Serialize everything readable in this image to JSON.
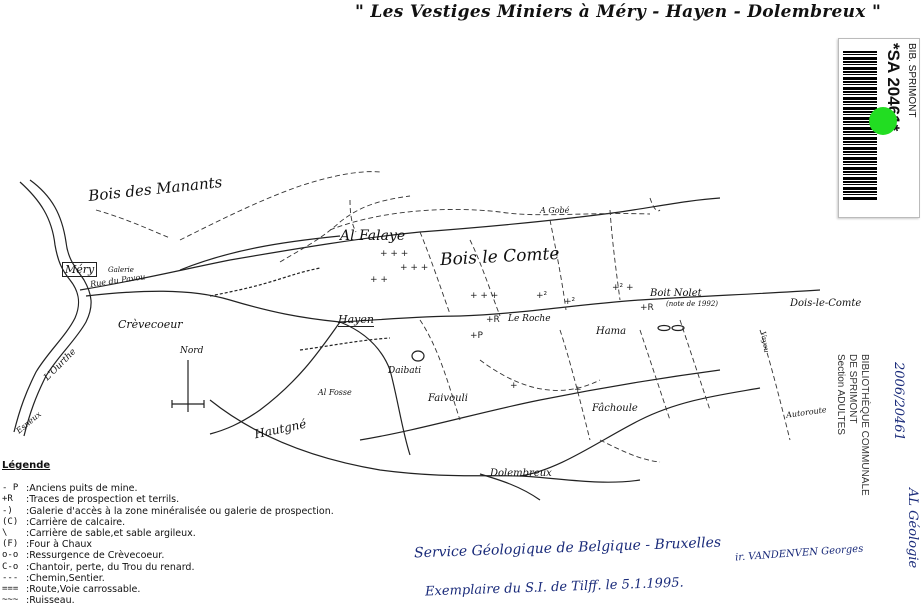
{
  "title": "\" Les Vestiges Miniers à Méry - Hayen - Dolembreux \"",
  "places": {
    "bois_manants": "Bois des Manants",
    "falaise": "Al Falaye",
    "bois_comte": "Bois le Comte",
    "mery": "Méry",
    "hayen": "Hayen",
    "crevecoeur": "Crèvecoeur",
    "hautgne": "Hautgné",
    "dolembreux": "Dolembreux",
    "dois_le_comte": "Dois-le-Comte",
    "boit_nolet": "Boit Nolet",
    "boit_nolet_note": "(note de 1992)",
    "le_roche": "Le Roche",
    "hama": "Hama",
    "fachoule": "Fâchoule",
    "faivouli": "Faivouli",
    "daibati": "Daibati",
    "rue_du_pavou": "Rue du Pavou",
    "al_fosse": "Al Fosse",
    "nord": "Nord",
    "ourthe": "L'Ourthe",
    "galerie": "Galerie",
    "autoroute": "Autoroute",
    "hayen_rue": "Vayou",
    "a_gobe": "A Gobé",
    "sentier_label": "Esneux"
  },
  "legend": {
    "title": "Légende",
    "items": [
      {
        "symbol": "- P",
        "text": ":Anciens puits de mine."
      },
      {
        "symbol": "+R",
        "text": ":Traces de prospection et terrils."
      },
      {
        "symbol": "-)",
        "text": ":Galerie d'accès à la zone minéralisée ou galerie de prospection."
      },
      {
        "symbol": "(C)",
        "text": ":Carrière de calcaire."
      },
      {
        "symbol": "\\",
        "text": ":Carrière de sable,et sable argileux."
      },
      {
        "symbol": "(F)",
        "text": ":Four à Chaux"
      },
      {
        "symbol": "o-o",
        "text": ":Ressurgence de Crèvecoeur."
      },
      {
        "symbol": "C-o",
        "text": ":Chantoir, perte, du Trou du renard."
      },
      {
        "symbol": "---",
        "text": ":Chemin,Sentier."
      },
      {
        "symbol": "===",
        "text": ":Route,Voie carrossable."
      },
      {
        "symbol": "~~~",
        "text": ":Ruisseau."
      }
    ]
  },
  "handwriting": {
    "line1": "Service Géologique de Belgique - Bruxelles",
    "line1b": "ir. VANDENVEN Georges",
    "line2": "Exemplaire du S.I. de Tilff. le 5.1.1995."
  },
  "library_stamp": {
    "line1": "BIBLIOTHÈQUE COMMUNALE",
    "line2": "DE SPRIMONT",
    "line3": "Section ADULTES"
  },
  "handwritten_ref": "2006/20461",
  "handwritten_cat": "AL Géologie",
  "sticker": {
    "library": "BIB. SPRIMONT",
    "code": "*SA 20461*",
    "dot_color": "#22dd22"
  }
}
